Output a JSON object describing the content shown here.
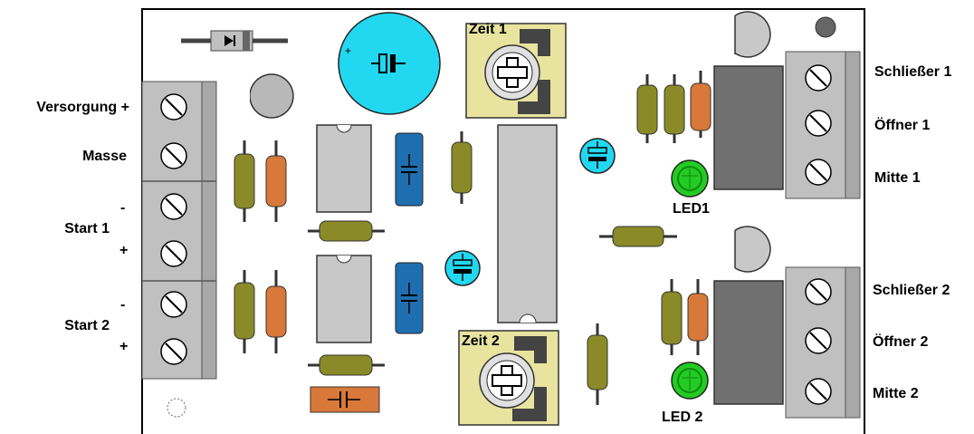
{
  "labels": {
    "versorgung": "Versorgung +",
    "masse": "Masse",
    "start1_minus": "-",
    "start1": "Start 1",
    "start1_plus": "+",
    "start2_minus": "-",
    "start2": "Start 2",
    "start2_plus": "+",
    "schliesser1": "Schließer 1",
    "oeffner1": "Öffner 1",
    "mitte1": "Mitte 1",
    "schliesser2": "Schließer 2",
    "oeffner2": "Öffner 2",
    "mitte2": "Mitte 2",
    "zeit1": "Zeit 1",
    "zeit2": "Zeit 2",
    "led1": "LED1",
    "led2": "LED 2"
  },
  "colors": {
    "board_border": "#000000",
    "terminal": "#c0c0c0",
    "resistor_olive": "#8a8a28",
    "resistor_orange": "#d8783a",
    "ic_gray": "#c8c8c8",
    "cap_blue": "#1f6fb0",
    "elko_cyan": "#22d8f0",
    "pot_yellow": "#e8e4a0",
    "relay": "#707070",
    "led_green": "#22cc22",
    "cap_orange": "#d8783a"
  }
}
